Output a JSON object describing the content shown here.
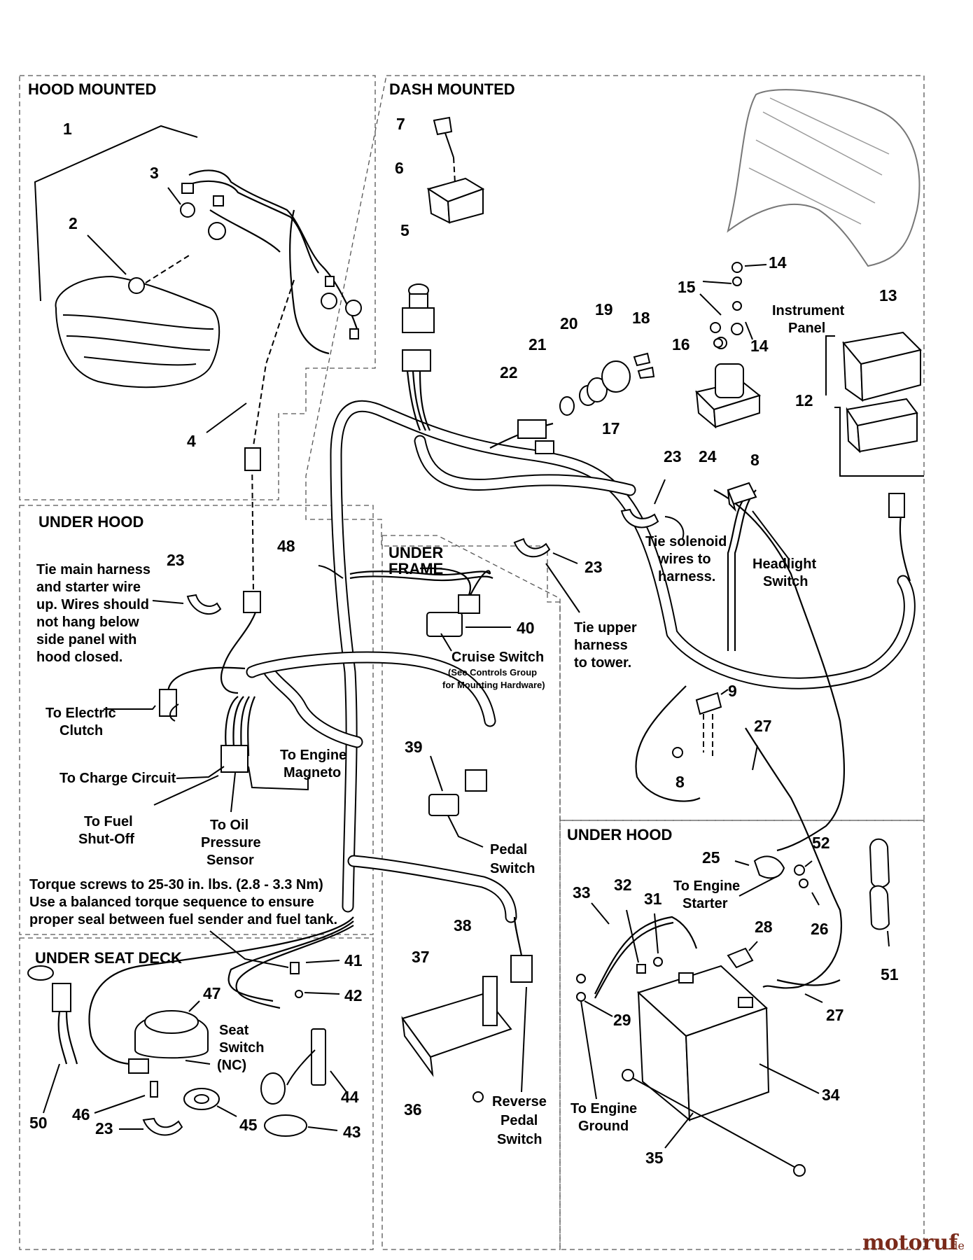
{
  "sections": {
    "hood_mounted": "HOOD MOUNTED",
    "dash_mounted": "DASH MOUNTED",
    "under_hood_left": "UNDER HOOD",
    "under_frame_1": "UNDER",
    "under_frame_2": "FRAME",
    "under_hood_right": "UNDER HOOD",
    "under_seat_deck": "UNDER SEAT DECK"
  },
  "callouts": [
    {
      "id": "c1",
      "label": "1"
    },
    {
      "id": "c2",
      "label": "2"
    },
    {
      "id": "c3",
      "label": "3"
    },
    {
      "id": "c4",
      "label": "4"
    },
    {
      "id": "c5",
      "label": "5"
    },
    {
      "id": "c6",
      "label": "6"
    },
    {
      "id": "c7",
      "label": "7"
    },
    {
      "id": "c8a",
      "label": "8"
    },
    {
      "id": "c8b",
      "label": "8"
    },
    {
      "id": "c9",
      "label": "9"
    },
    {
      "id": "c12",
      "label": "12"
    },
    {
      "id": "c13",
      "label": "13"
    },
    {
      "id": "c14a",
      "label": "14"
    },
    {
      "id": "c14b",
      "label": "14"
    },
    {
      "id": "c15",
      "label": "15"
    },
    {
      "id": "c16",
      "label": "16"
    },
    {
      "id": "c17",
      "label": "17"
    },
    {
      "id": "c18",
      "label": "18"
    },
    {
      "id": "c19",
      "label": "19"
    },
    {
      "id": "c20",
      "label": "20"
    },
    {
      "id": "c21",
      "label": "21"
    },
    {
      "id": "c22",
      "label": "22"
    },
    {
      "id": "c23a",
      "label": "23"
    },
    {
      "id": "c23b",
      "label": "23"
    },
    {
      "id": "c23c",
      "label": "23"
    },
    {
      "id": "c23d",
      "label": "23"
    },
    {
      "id": "c24",
      "label": "24"
    },
    {
      "id": "c25",
      "label": "25"
    },
    {
      "id": "c26",
      "label": "26"
    },
    {
      "id": "c27a",
      "label": "27"
    },
    {
      "id": "c27b",
      "label": "27"
    },
    {
      "id": "c28",
      "label": "28"
    },
    {
      "id": "c29",
      "label": "29"
    },
    {
      "id": "c31",
      "label": "31"
    },
    {
      "id": "c32",
      "label": "32"
    },
    {
      "id": "c33",
      "label": "33"
    },
    {
      "id": "c34",
      "label": "34"
    },
    {
      "id": "c35",
      "label": "35"
    },
    {
      "id": "c36",
      "label": "36"
    },
    {
      "id": "c37",
      "label": "37"
    },
    {
      "id": "c38",
      "label": "38"
    },
    {
      "id": "c39",
      "label": "39"
    },
    {
      "id": "c40",
      "label": "40"
    },
    {
      "id": "c41",
      "label": "41"
    },
    {
      "id": "c42",
      "label": "42"
    },
    {
      "id": "c43",
      "label": "43"
    },
    {
      "id": "c44",
      "label": "44"
    },
    {
      "id": "c45",
      "label": "45"
    },
    {
      "id": "c46",
      "label": "46"
    },
    {
      "id": "c47",
      "label": "47"
    },
    {
      "id": "c48",
      "label": "48"
    },
    {
      "id": "c50",
      "label": "50"
    },
    {
      "id": "c51",
      "label": "51"
    },
    {
      "id": "c52",
      "label": "52"
    }
  ],
  "notes": {
    "instrument_panel": [
      "Instrument",
      "Panel"
    ],
    "tie_main_harness": [
      "Tie main harness",
      "and starter wire",
      "up. Wires should",
      "not hang below",
      "side panel with",
      "hood closed."
    ],
    "tie_solenoid": [
      "Tie solenoid",
      "wires to",
      "harness."
    ],
    "headlight_switch": [
      "Headlight",
      "Switch"
    ],
    "tie_upper_harness": [
      "Tie upper",
      "harness",
      "to tower."
    ],
    "cruise_switch": "Cruise Switch",
    "cruise_sub": [
      "(See Controls Group",
      "for Mounting Hardware)"
    ],
    "to_electric_clutch": [
      "To Electric",
      "Clutch"
    ],
    "to_charge_circuit": "To Charge Circuit",
    "to_engine_magneto": [
      "To Engine",
      "Magneto"
    ],
    "to_fuel_shutoff": [
      "To Fuel",
      "Shut-Off"
    ],
    "to_oil_pressure": [
      "To Oil",
      "Pressure",
      "Sensor"
    ],
    "pedal_switch": [
      "Pedal",
      "Switch"
    ],
    "torque": [
      "Torque screws to 25-30 in. lbs. (2.8 - 3.3 Nm)",
      "Use a balanced torque sequence to ensure",
      "proper seal between fuel sender and fuel tank."
    ],
    "to_engine_starter": [
      "To Engine",
      "Starter"
    ],
    "seat_switch": [
      "Seat",
      "Switch",
      "(NC)"
    ],
    "reverse_pedal_switch": [
      "Reverse",
      "Pedal",
      "Switch"
    ],
    "to_engine_ground": [
      "To Engine",
      "Ground"
    ]
  },
  "watermark": {
    "brand": "motoruf",
    "suffix": ".de"
  }
}
